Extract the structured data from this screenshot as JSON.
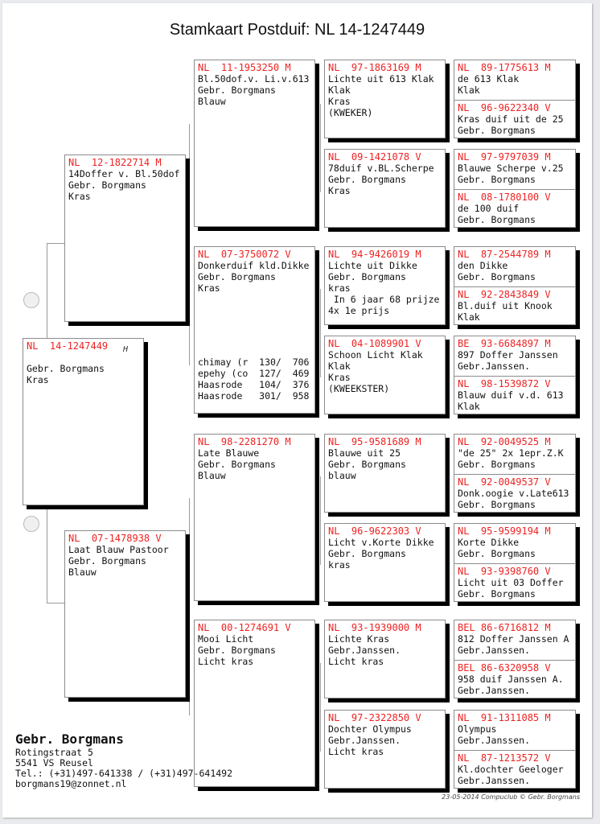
{
  "title": "Stamkaart Postduif: NL  14-1247449",
  "pigeon": {
    "ring": "NL  14-1247449",
    "mark": "H",
    "lines": [
      "",
      "Gebr. Borgmans",
      "Kras"
    ]
  },
  "father": {
    "ring": "NL  12-1822714 M",
    "lines": [
      "14Doffer v. Bl.50dof",
      "Gebr. Borgmans",
      "Kras"
    ]
  },
  "mother": {
    "ring": "NL  07-1478938 V",
    "lines": [
      "Laat Blauw Pastoor",
      "Gebr. Borgmans",
      "Blauw"
    ]
  },
  "gen2": [
    {
      "ring": "NL  11-1953250 M",
      "lines": [
        "Bl.50dof.v. Li.v.613",
        "Gebr. Borgmans",
        "Blauw"
      ]
    },
    {
      "ring": "NL  07-3750072 V",
      "lines": [
        "Donkerduif kld.Dikke",
        "Gebr. Borgmans",
        "Kras"
      ],
      "results": [
        "chimay (r  130/  706",
        "epehy (co  127/  469",
        "Haasrode   104/  376",
        "Haasrode   301/  958"
      ]
    },
    {
      "ring": "NL  98-2281270 M",
      "lines": [
        "Late Blauwe",
        "Gebr. Borgmans",
        "Blauw"
      ]
    },
    {
      "ring": "NL  00-1274691 V",
      "lines": [
        "Mooi Licht",
        "Gebr. Borgmans",
        "Licht kras"
      ]
    }
  ],
  "gen3": [
    {
      "ring": "NL  97-1863169 M",
      "lines": [
        "Lichte uit 613 Klak",
        "Klak",
        "Kras",
        "(KWEKER)"
      ]
    },
    {
      "ring": "NL  09-1421078 V",
      "lines": [
        "78duif v.BL.Scherpe",
        "Gebr. Borgmans",
        "Kras"
      ]
    },
    {
      "ring": "NL  94-9426019 M",
      "lines": [
        "Lichte uit Dikke",
        "Gebr. Borgmans",
        "kras",
        " In 6 jaar 68 prijze",
        "4x 1e prijs"
      ]
    },
    {
      "ring": "NL  04-1089901 V",
      "lines": [
        "Schoon Licht Klak",
        "Klak",
        "Kras",
        "(KWEEKSTER)"
      ]
    },
    {
      "ring": "NL  95-9581689 M",
      "lines": [
        "Blauwe uit 25",
        "Gebr. Borgmans",
        "blauw"
      ]
    },
    {
      "ring": "NL  96-9622303 V",
      "lines": [
        "Licht v.Korte Dikke",
        "Gebr. Borgmans",
        "kras"
      ]
    },
    {
      "ring": "NL  93-1939000 M",
      "lines": [
        "Lichte Kras",
        "Gebr.Janssen.",
        "Licht kras"
      ]
    },
    {
      "ring": "NL  97-2322850 V",
      "lines": [
        "Dochter Olympus",
        "Gebr.Janssen.",
        "Licht kras"
      ]
    }
  ],
  "gen4": [
    {
      "ring": "NL  89-1775613 M",
      "lines": [
        "de 613 Klak",
        "Klak"
      ]
    },
    {
      "ring": "NL  96-9622340 V",
      "lines": [
        "Kras duif uit de 25",
        "Gebr. Borgmans"
      ]
    },
    {
      "ring": "NL  97-9797039 M",
      "lines": [
        "Blauwe Scherpe v.25",
        "Gebr. Borgmans"
      ]
    },
    {
      "ring": "NL  08-1780100 V",
      "lines": [
        "de 100 duif",
        "Gebr. Borgmans"
      ]
    },
    {
      "ring": "NL  87-2544789 M",
      "lines": [
        "den Dikke",
        "Gebr. Borgmans"
      ]
    },
    {
      "ring": "NL  92-2843849 V",
      "lines": [
        "Bl.duif uit Knook",
        "Klak"
      ]
    },
    {
      "ring": "BE  93-6684897 M",
      "lines": [
        "897 Doffer Janssen",
        "Gebr.Janssen."
      ]
    },
    {
      "ring": "NL  98-1539872 V",
      "lines": [
        "Blauw duif v.d. 613",
        "Klak"
      ]
    },
    {
      "ring": "NL  92-0049525 M",
      "lines": [
        "\"de 25\" 2x 1epr.Z.K",
        "Gebr. Borgmans"
      ]
    },
    {
      "ring": "NL  92-0049537 V",
      "lines": [
        "Donk.oogie v.Late613",
        "Gebr. Borgmans"
      ]
    },
    {
      "ring": "NL  95-9599194 M",
      "lines": [
        "Korte Dikke",
        "Gebr. Borgmans"
      ]
    },
    {
      "ring": "NL  93-9398760 V",
      "lines": [
        "Licht uit 03 Doffer",
        "Gebr. Borgmans"
      ]
    },
    {
      "ring": "BEL 86-6716812 M",
      "lines": [
        "812 Doffer Janssen A",
        "Gebr.Janssen."
      ]
    },
    {
      "ring": "BEL 86-6320958 V",
      "lines": [
        "958 duif Janssen A.",
        "Gebr.Janssen."
      ]
    },
    {
      "ring": "NL  91-1311085 M",
      "lines": [
        "Olympus",
        "Gebr.Janssen."
      ]
    },
    {
      "ring": "NL  87-1213572 V",
      "lines": [
        "Kl.dochter Geeloger",
        "Gebr.Janssen."
      ]
    }
  ],
  "breeder": {
    "name": "Gebr. Borgmans",
    "street": "Rotingstraat 5",
    "city": "5541 VS  Reusel",
    "phone": "Tel.: (+31)497-641338 / (+31)497-641492",
    "email": "borgmans19@zonnet.nl"
  },
  "footer": "23-05-2014     Compuclub © Gebr. Borgmans"
}
